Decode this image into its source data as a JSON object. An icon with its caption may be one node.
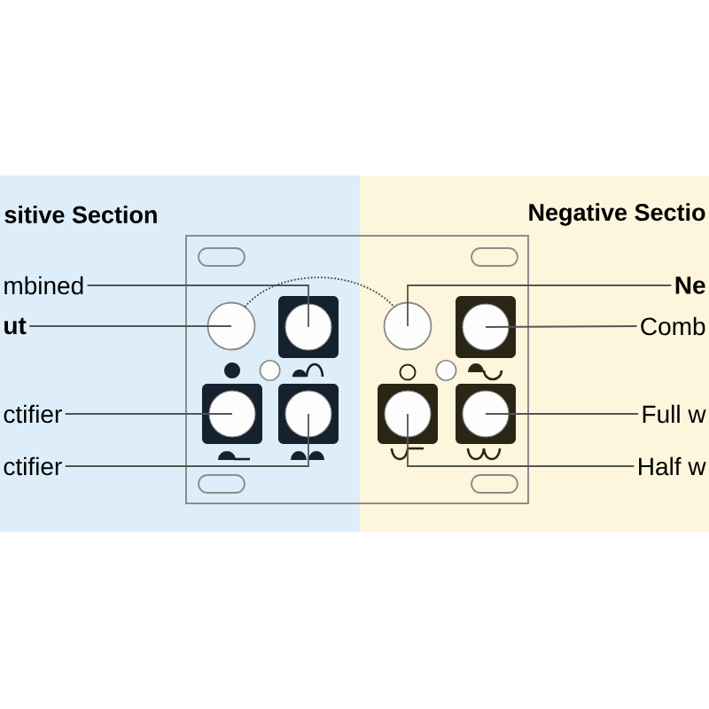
{
  "diagram": {
    "nodes": [
      {
        "text": [
          "sitive Section"
        ]
      },
      {
        "text": [
          "mbined"
        ],
        "in": 0
      },
      {
        "text": [
          "ut"
        ],
        "in": 0
      },
      {
        "text": [
          "ctifier"
        ],
        "in": 0
      },
      {
        "text": [
          "ctifier"
        ],
        "in": 0
      },
      {
        "text": [
          "Negative Sectio"
        ]
      },
      {
        "text": [
          "Ne"
        ],
        "in": 5
      },
      {
        "text": [
          "Comb"
        ],
        "in": 5
      },
      {
        "text": [
          "Full w"
        ],
        "in": 5
      },
      {
        "text": [
          "Half w"
        ],
        "in": 5
      },
      {
        "text": [],
        "shape": "circle",
        "in": 0
      },
      {
        "text": [],
        "shape": "box",
        "in": 0
      },
      {
        "text": [],
        "shape": "box",
        "in": 0
      },
      {
        "text": [],
        "shape": "box",
        "in": 0
      },
      {
        "text": [],
        "shape": "circle",
        "in": 5
      },
      {
        "text": [],
        "shape": "box",
        "in": 5
      },
      {
        "text": [],
        "shape": "box",
        "in": 5
      },
      {
        "text": [],
        "shape": "box",
        "in": 5
      }
    ],
    "edges": [
      {
        "from": 1,
        "to": 11,
        "arrow": "none"
      },
      {
        "from": 2,
        "to": 10,
        "arrow": "none"
      },
      {
        "from": 3,
        "to": 12,
        "arrow": "none"
      },
      {
        "from": 4,
        "to": 13,
        "arrow": "none"
      },
      {
        "from": 6,
        "to": 14,
        "arrow": "none"
      },
      {
        "from": 7,
        "to": 15,
        "arrow": "none"
      },
      {
        "from": 8,
        "to": 17,
        "arrow": "none"
      },
      {
        "from": 9,
        "to": 16,
        "arrow": "none"
      },
      {
        "from": 10,
        "to": 14,
        "arrow": "none",
        "style": "dashed"
      }
    ]
  }
}
